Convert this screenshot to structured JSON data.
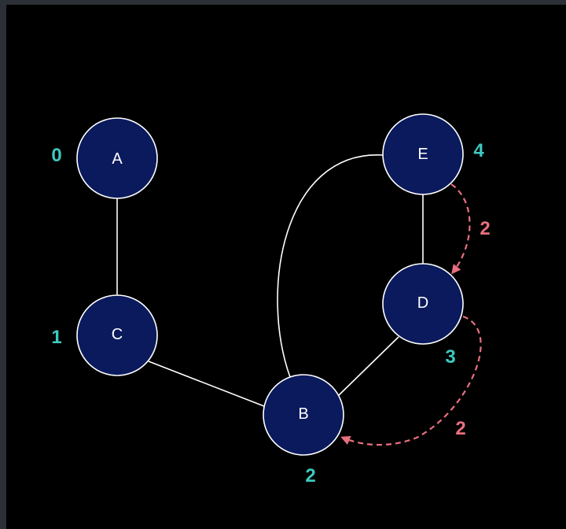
{
  "colors": {
    "background": "#000000",
    "frame": "#2b2f36",
    "node_fill": "#0a1a5c",
    "node_stroke": "#ffffff",
    "edge": "#ffffff",
    "node_value_text": "#3ec9c0",
    "path_arrow": "#e8707f"
  },
  "nodes": [
    {
      "id": "A",
      "label": "A",
      "value": "0"
    },
    {
      "id": "C",
      "label": "C",
      "value": "1"
    },
    {
      "id": "B",
      "label": "B",
      "value": "2"
    },
    {
      "id": "D",
      "label": "D",
      "value": "3"
    },
    {
      "id": "E",
      "label": "E",
      "value": "4"
    }
  ],
  "edges": [
    {
      "from": "A",
      "to": "C"
    },
    {
      "from": "C",
      "to": "B"
    },
    {
      "from": "B",
      "to": "D"
    },
    {
      "from": "D",
      "to": "E"
    },
    {
      "from": "B",
      "to": "E"
    }
  ],
  "path_arrows": [
    {
      "from": "E",
      "to": "D",
      "weight": "2"
    },
    {
      "from": "D",
      "to": "B",
      "weight": "2"
    }
  ]
}
